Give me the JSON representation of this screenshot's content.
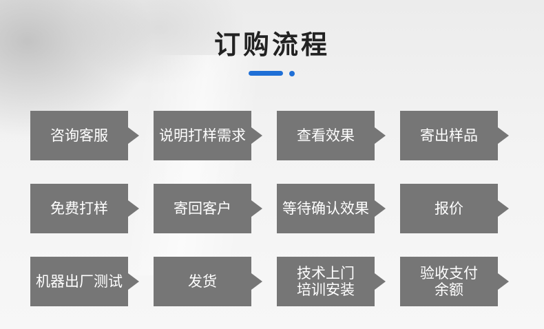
{
  "title": "订购流程",
  "colors": {
    "accent": "#1f6fd6",
    "step_fill": "#767676",
    "step_text": "#ffffff",
    "title_text": "#222222"
  },
  "steps": [
    {
      "label": "咨询客服"
    },
    {
      "label": "说明打样需求"
    },
    {
      "label": "查看效果"
    },
    {
      "label": "寄出样品"
    },
    {
      "label": "免费打样"
    },
    {
      "label": "寄回客户"
    },
    {
      "label": "等待确认效果"
    },
    {
      "label": "报价"
    },
    {
      "label": "机器出厂测试"
    },
    {
      "label": "发货"
    },
    {
      "label": "技术上门\n培训安装"
    },
    {
      "label": "验收支付\n余额"
    }
  ]
}
